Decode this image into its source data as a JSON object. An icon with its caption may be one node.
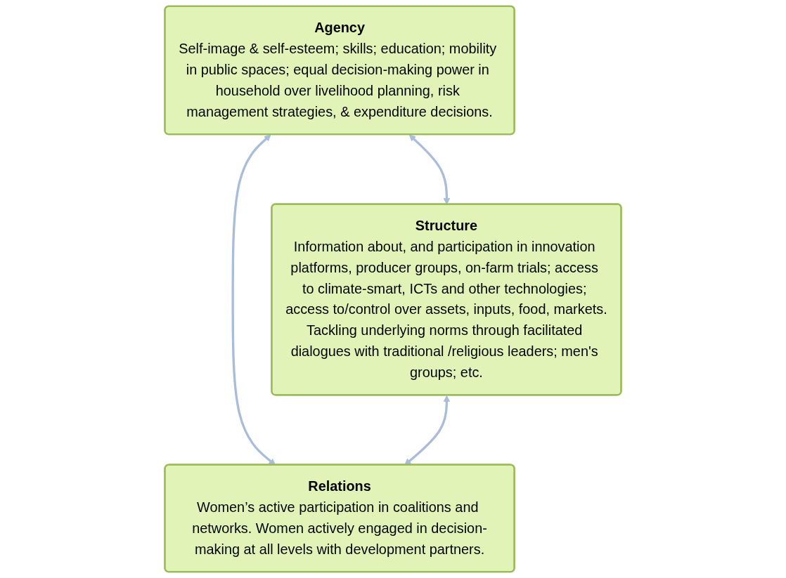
{
  "diagram": {
    "nodes": [
      {
        "text": [
          "Agency",
          "Self-image & self-esteem; skills; education; mobility in public spaces; equal decision-making power in household over livelihood planning, risk management strategies, & expenditure decisions."
        ]
      },
      {
        "text": [
          "Structure",
          "Information about, and participation in innovation platforms, producer groups, on-farm trials; access to climate-smart, ICTs and other technologies; access to/control over assets, inputs, food, markets.",
          "Tackling underlying norms through facilitated dialogues with traditional /religious leaders; men's groups; etc."
        ]
      },
      {
        "text": [
          "Relations",
          "Women’s active participation in coalitions and networks. Women actively engaged in decision-making at all levels with development partners."
        ]
      }
    ],
    "edges": [
      {
        "from": 0,
        "to": 1,
        "arrow": "both"
      },
      {
        "from": 0,
        "to": 2,
        "arrow": "both"
      },
      {
        "from": 1,
        "to": 2,
        "arrow": "both"
      }
    ]
  }
}
